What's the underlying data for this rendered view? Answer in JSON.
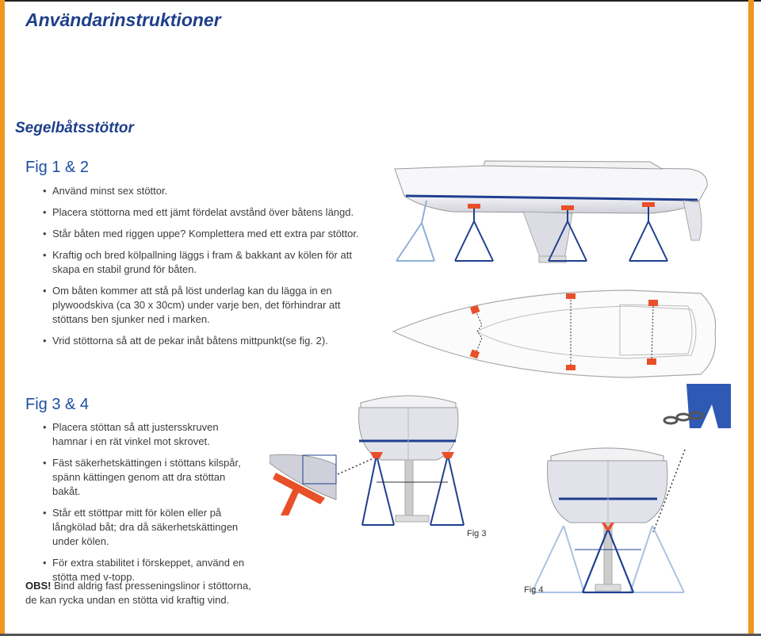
{
  "page": {
    "title": "Användarinstruktioner",
    "subtitle": "Segelbåtsstöttor"
  },
  "fig12": {
    "heading": "Fig 1 & 2",
    "bullets": [
      "Använd minst sex stöttor.",
      "Placera stöttorna med ett jämt fördelat avstånd över båtens längd.",
      "Står båten med riggen uppe? Komplettera med ett extra par stöttor.",
      "Kraftig och bred kölpallning läggs i fram & bakkant av kölen för att skapa en stabil grund för båten.",
      "Om båten kommer att stå på löst underlag kan du lägga in en plywoodskiva (ca 30 x 30cm) under varje ben, det förhindrar att stöttans ben sjunker ned i marken.",
      "Vrid stöttorna så att de pekar inåt båtens mittpunkt(se fig. 2)."
    ]
  },
  "fig34": {
    "heading": "Fig 3 & 4",
    "bullets": [
      "Placera stöttan så att justersskruven hamnar i en rät vinkel mot skrovet.",
      "Fäst säkerhetskättingen i stöttans kilspår, spänn kättingen genom att dra stöttan bakåt.",
      "Står ett stöttpar mitt för kölen eller på långkölad båt; dra då säkerhetskättingen under kölen.",
      "För extra stabilitet i förskeppet, använd en stötta med v-topp."
    ],
    "obs_label": "OBS!",
    "obs_text": " Bind aldrig fast presseningslinor i stöttorna, de kan rycka undan en stötta vid kraftig vind."
  },
  "figures": {
    "fig3_label": "Fig 3",
    "fig4_label": "Fig 4"
  },
  "colors": {
    "accent_orange": "#f0951f",
    "heading_blue": "#1e3f8a",
    "stand_blue": "#1f3f8f",
    "pad_red": "#e8502a"
  }
}
